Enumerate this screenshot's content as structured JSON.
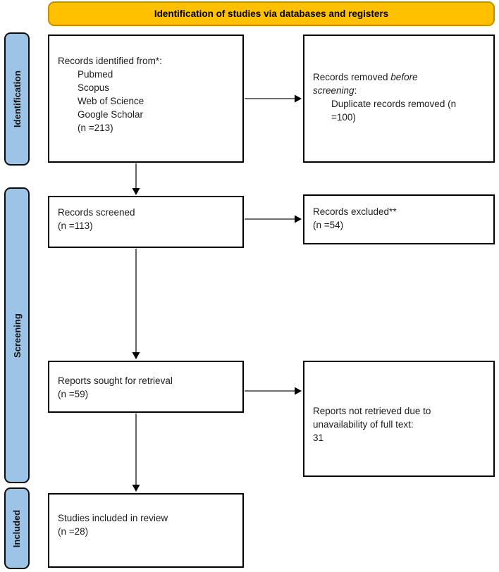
{
  "banner": {
    "title": "Identification of studies via databases and registers"
  },
  "sidebar": {
    "stages": [
      {
        "label": "Identification"
      },
      {
        "label": "Screening"
      },
      {
        "label": "Included"
      }
    ]
  },
  "boxes": {
    "identified": {
      "title": "Records identified from*:",
      "items": [
        "Pubmed",
        "Scopus",
        "Web of Science",
        "Google Scholar",
        "(n =213)"
      ]
    },
    "removed": {
      "segments": [
        "Records removed ",
        "before",
        "screening",
        ":"
      ],
      "items": [
        "Duplicate records removed (n",
        "=100)"
      ]
    },
    "screened": {
      "lines": [
        "Records screened",
        "(n =113)"
      ]
    },
    "excluded": {
      "lines": [
        "Records excluded**",
        "(n =54)"
      ]
    },
    "sought": {
      "lines": [
        "Reports sought for retrieval",
        "(n =59)"
      ]
    },
    "not_retrieved": {
      "lines": [
        "Reports not retrieved due to",
        "unavailability of full text:",
        "31"
      ]
    },
    "included": {
      "lines": [
        "Studies included in review",
        "(n =28)"
      ]
    }
  },
  "colors": {
    "banner_fill": "#FFC000",
    "banner_border": "#BF9000",
    "stage_fill": "#9DC3E6",
    "box_border": "#000000",
    "arrow_line": "#3f3f3f",
    "arrow_head": "#000000"
  }
}
